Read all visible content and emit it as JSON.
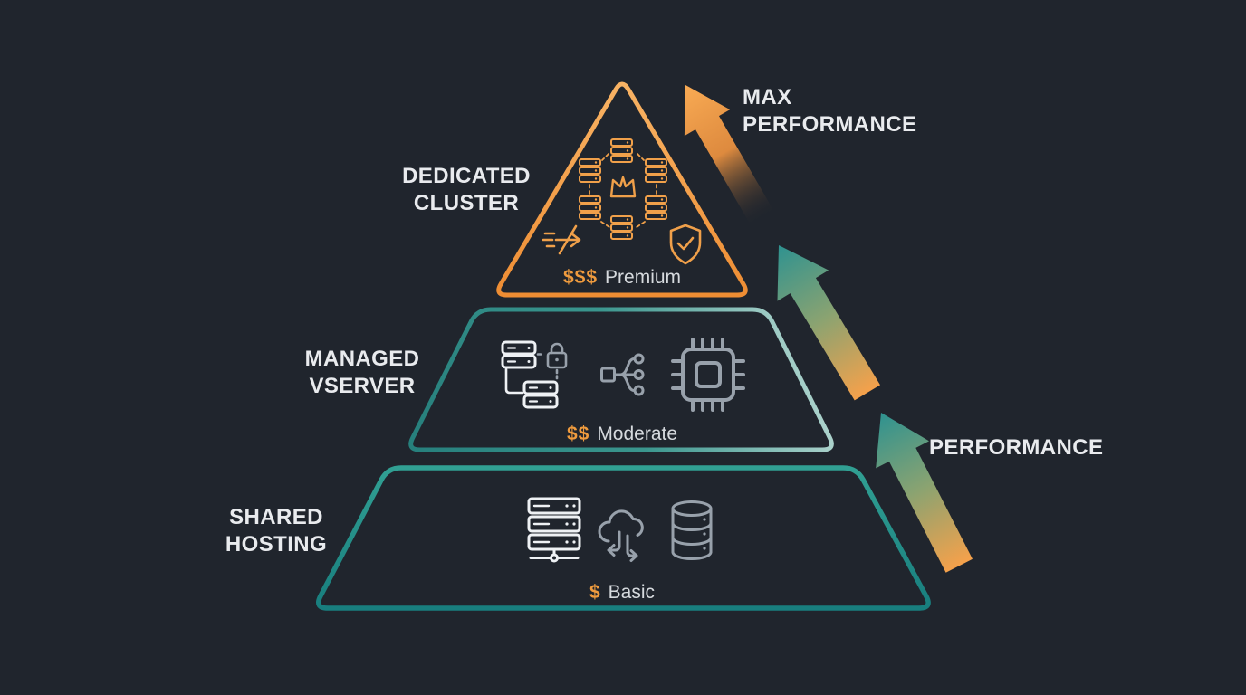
{
  "diagram_title": "hosting-tiers-pyramid",
  "colors": {
    "background": "#20252d",
    "accent_orange": "#f09b3e",
    "accent_teal": "#27918b",
    "accent_mint": "#c6e0da",
    "heading_text": "#e9ebee",
    "value_text": "#d6dade",
    "icon_gray": "#98a1ab",
    "icon_white": "#eef1f4"
  },
  "tiers": [
    {
      "name": "dedicated-cluster",
      "title_lines": [
        "DEDICATED",
        "CLUSTER"
      ],
      "price_symbol": "$$$",
      "price_label": "Premium",
      "icons": [
        "server-cluster-crown-icon",
        "speed-icon",
        "shield-check-icon"
      ]
    },
    {
      "name": "managed-vserver",
      "title_lines": [
        "MANAGED",
        "VSERVER"
      ],
      "price_symbol": "$$",
      "price_label": "Moderate",
      "icons": [
        "linked-servers-lock-icon",
        "network-branch-icon",
        "cpu-chip-icon"
      ]
    },
    {
      "name": "shared-hosting",
      "title_lines": [
        "SHARED",
        "HOSTING"
      ],
      "price_symbol": "$",
      "price_label": "Basic",
      "icons": [
        "server-rack-icon",
        "cloud-sync-icon",
        "database-icon"
      ]
    }
  ],
  "annotations": {
    "max_performance_lines": [
      "MAX",
      "PERFORMANCE"
    ],
    "performance": "PERFORMANCE"
  }
}
